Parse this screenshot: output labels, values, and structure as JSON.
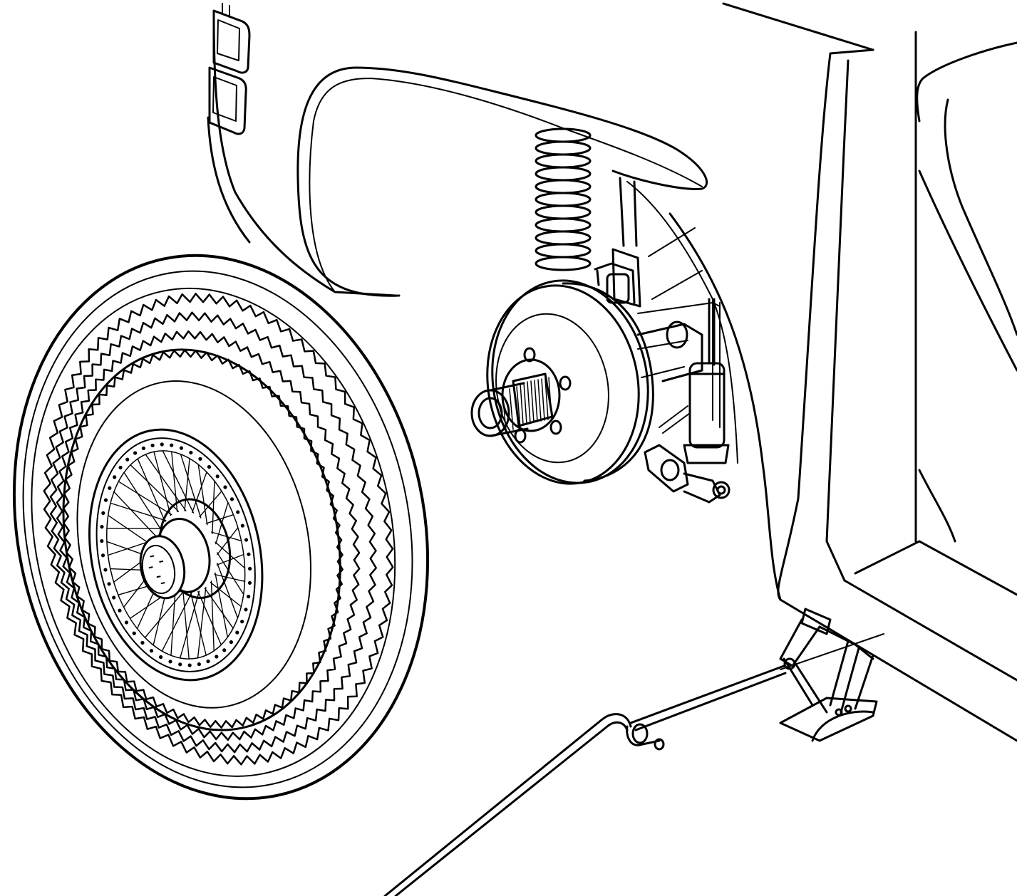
{
  "illustration": {
    "kind": "technical line drawing",
    "ink_color": "#000000",
    "paper_color": "#ffffff",
    "wheel": {
      "spokes": 48,
      "nipples": 48
    },
    "hub_studs": 4,
    "tyre_tread_ribs": 4
  }
}
